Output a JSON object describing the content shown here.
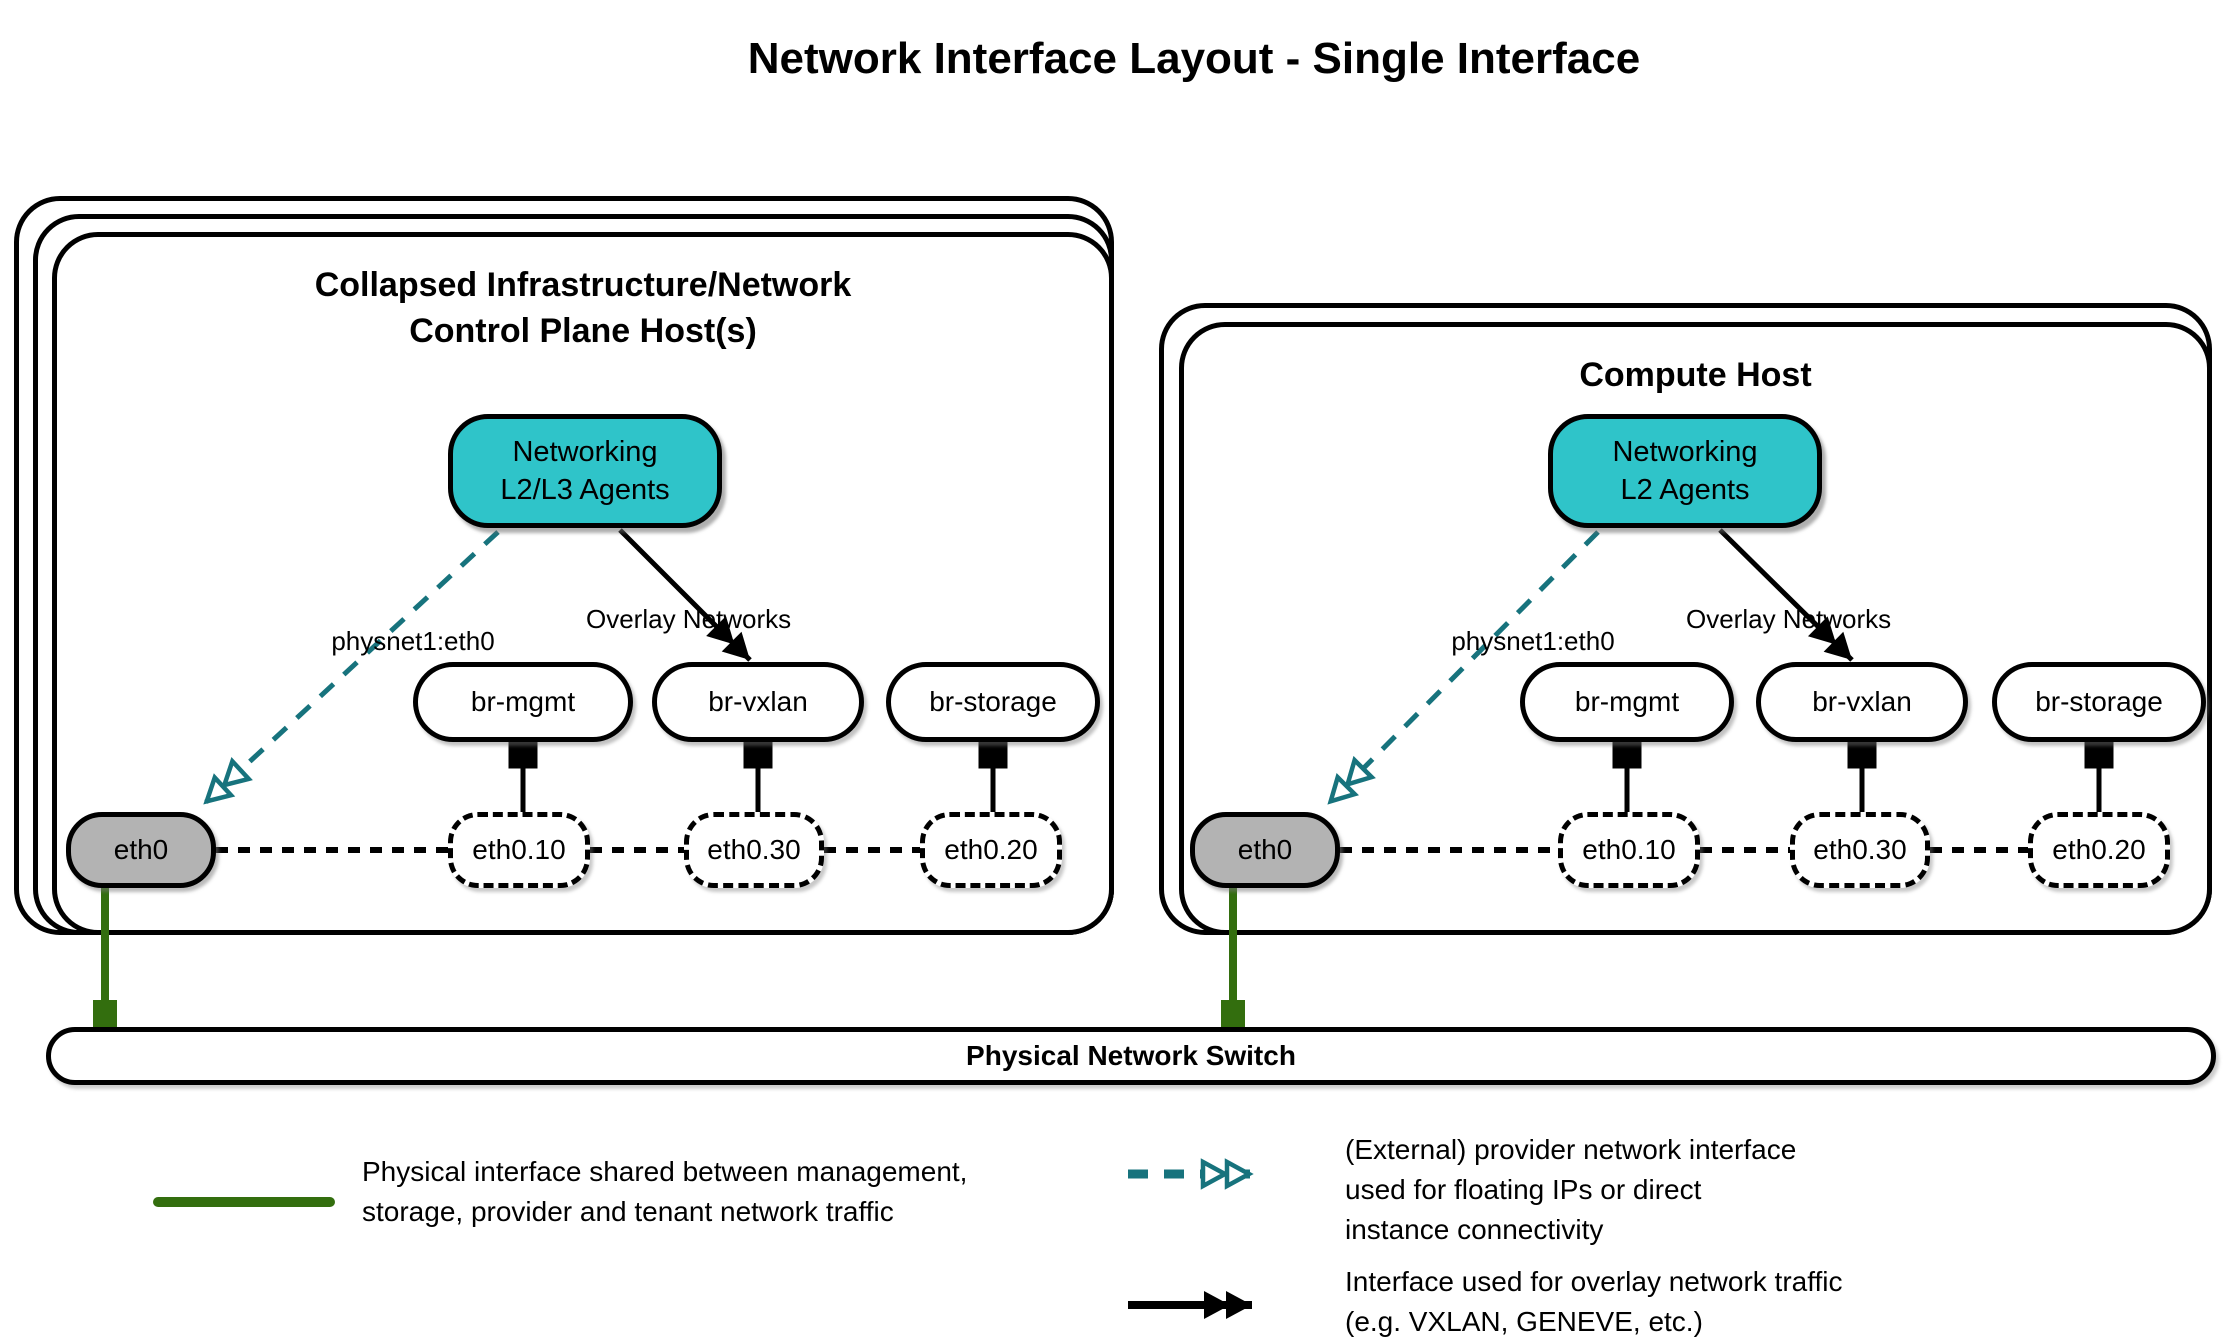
{
  "title": "Network Interface Layout - Single Interface",
  "hosts": {
    "left": {
      "title_lines": [
        "Collapsed Infrastructure/Network",
        "Control Plane Host(s)"
      ],
      "agent_lines": [
        "Networking",
        "L2/L3 Agents"
      ],
      "provider_label": "physnet1:eth0",
      "overlay_label": "Overlay Networks",
      "bridges": [
        "br-mgmt",
        "br-vxlan",
        "br-storage"
      ],
      "physical_interface": "eth0",
      "vlan_interfaces": [
        "eth0.10",
        "eth0.30",
        "eth0.20"
      ]
    },
    "right": {
      "title_lines": [
        "Compute Host"
      ],
      "agent_lines": [
        "Networking",
        "L2 Agents"
      ],
      "provider_label": "physnet1:eth0",
      "overlay_label": "Overlay Networks",
      "bridges": [
        "br-mgmt",
        "br-vxlan",
        "br-storage"
      ],
      "physical_interface": "eth0",
      "vlan_interfaces": [
        "eth0.10",
        "eth0.30",
        "eth0.20"
      ]
    }
  },
  "switch_bar": {
    "label": "Physical Network Switch"
  },
  "legend": {
    "physical": {
      "lines": [
        "Physical interface shared between management,",
        "storage, provider and tenant network traffic"
      ]
    },
    "provider": {
      "lines": [
        "(External) provider network interface",
        "used for floating IPs or direct",
        "instance connectivity"
      ]
    },
    "overlay": {
      "lines": [
        "Interface used for overlay network traffic",
        "(e.g. VXLAN, GENEVE, etc.)"
      ]
    }
  },
  "colors": {
    "agent_fill": "#2fc4c9",
    "provider_arrow": "#17737d",
    "physical_link": "#336e0e",
    "interface_fill": "#b3b3b3"
  }
}
